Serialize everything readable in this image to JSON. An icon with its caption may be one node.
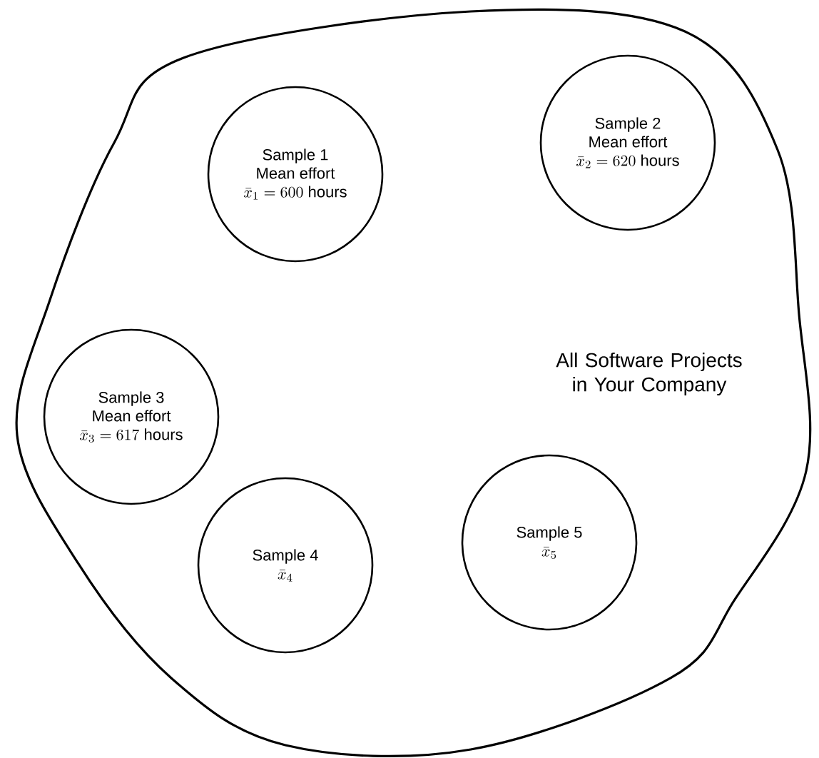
{
  "diagram": {
    "nodes": [
      {
        "text": [
          "All Software Projects in Your Company"
        ]
      },
      {
        "text": [
          "Sample 1",
          "Mean effort",
          "\\bar{x}_1 = 600\\text{ hours}"
        ],
        "in": 0
      },
      {
        "text": [
          "Sample 2",
          "Mean effort",
          "\\bar{x}_2 = 620\\text{ hours}"
        ],
        "in": 0
      },
      {
        "text": [
          "Sample 3",
          "Mean effort",
          "\\bar{x}_3 = 617\\text{ hours}"
        ],
        "in": 0
      },
      {
        "text": [
          "Sample 4",
          "\\bar{x}_4"
        ],
        "in": 0
      },
      {
        "text": [
          "Sample 5",
          "\\bar{x}_5"
        ],
        "in": 0
      }
    ]
  }
}
